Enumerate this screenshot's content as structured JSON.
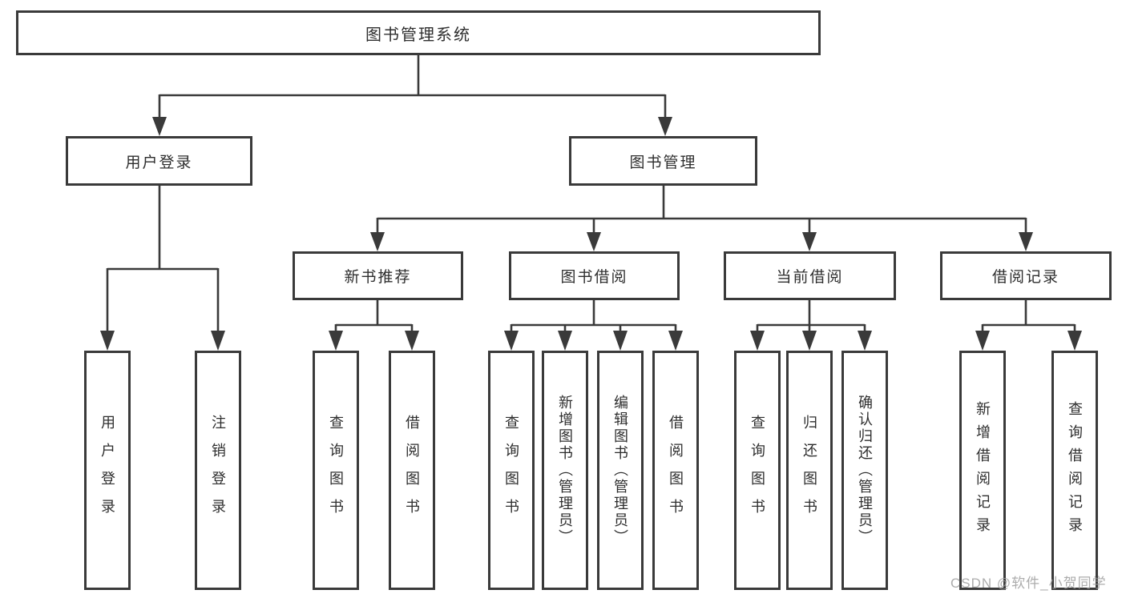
{
  "tree": {
    "root": {
      "label": "图书管理系统",
      "children": [
        {
          "label": "用户登录",
          "children": [
            {
              "label": "用户登录"
            },
            {
              "label": "注销登录"
            }
          ]
        },
        {
          "label": "图书管理",
          "children": [
            {
              "label": "新书推荐",
              "children": [
                {
                  "label": "查询图书"
                },
                {
                  "label": "借阅图书"
                }
              ]
            },
            {
              "label": "图书借阅",
              "children": [
                {
                  "label": "查询图书"
                },
                {
                  "label": "新增图书（管理员）"
                },
                {
                  "label": "编辑图书（管理员）"
                },
                {
                  "label": "借阅图书"
                }
              ]
            },
            {
              "label": "当前借阅",
              "children": [
                {
                  "label": "查询图书"
                },
                {
                  "label": "归还图书"
                },
                {
                  "label": "确认归还（管理员）"
                }
              ]
            },
            {
              "label": "借阅记录",
              "children": [
                {
                  "label": "新增借阅记录"
                },
                {
                  "label": "查询借阅记录"
                }
              ]
            }
          ]
        }
      ]
    }
  },
  "watermark": {
    "text": "CSDN @软件_小贺同学"
  },
  "colors": {
    "line": "#3a3a3a",
    "node_border": "#3a3a3a",
    "text": "#2e2e2e",
    "watermark": "#9e9e9e"
  }
}
